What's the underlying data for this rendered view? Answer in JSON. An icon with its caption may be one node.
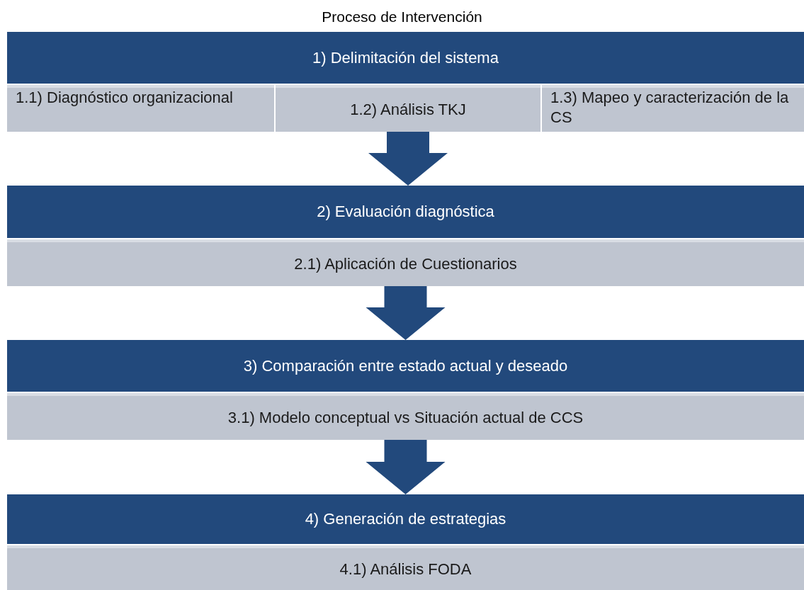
{
  "diagram": {
    "title": "Proceso de Intervención",
    "nodes": [
      {
        "text": [
          "1) Delimitación del sistema"
        ]
      },
      {
        "text": [
          "1.1) Diagnóstico organizacional"
        ]
      },
      {
        "text": [
          "1.2) Análisis TKJ"
        ]
      },
      {
        "text": [
          "1.3) Mapeo y caracterización de la CS"
        ]
      },
      {
        "text": [
          "2) Evaluación diagnóstica"
        ]
      },
      {
        "text": [
          "2.1) Aplicación de Cuestionarios"
        ]
      },
      {
        "text": [
          "3) Comparación entre estado actual y deseado"
        ]
      },
      {
        "text": [
          "3.1) Modelo conceptual vs Situación actual de CCS"
        ]
      },
      {
        "text": [
          "4) Generación de estrategias"
        ]
      },
      {
        "text": [
          "4.1) Análisis FODA"
        ]
      }
    ],
    "edges": [
      {
        "from": 2,
        "to": 4,
        "arrow": "to",
        "style": "thick"
      },
      {
        "from": 5,
        "to": 6,
        "arrow": "to",
        "style": "thick"
      },
      {
        "from": 7,
        "to": 8,
        "arrow": "to",
        "style": "thick"
      }
    ]
  }
}
